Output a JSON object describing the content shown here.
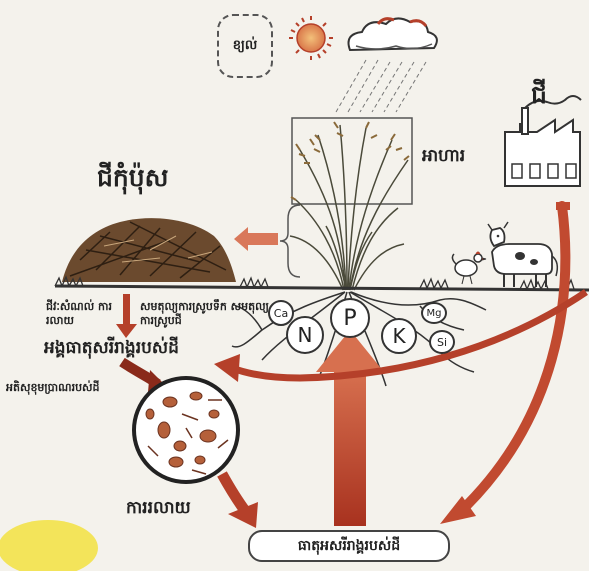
{
  "labels": {
    "wind": "ខ្យល់",
    "food": "អាហារ",
    "fertilizer": "ជី",
    "compost": "ជីកុំប៉ុស",
    "decomposed_fertilizer": "ជីវៈសំណល់ ការរលាយ",
    "equilibrium": "សមតុល្យការស្រូបទឹក សមតុល្យការស្រូបជី",
    "soil_organic": "អង្គធាតុសរីរាង្គរបស់ដី",
    "soil_microbes": "អតិសុខុមប្រាណរបស់ដី",
    "dissolution": "ការរលាយ",
    "inorganic_matter": "ធាតុអសរីរាង្គរបស់ដី"
  },
  "nutrients": [
    "Ca",
    "N",
    "P",
    "K",
    "Mg",
    "Si"
  ],
  "colors": {
    "arrow_red": "#b5402a",
    "arrow_light": "#d9785a",
    "sun": "#c0392b",
    "sun_core": "#e8a25a",
    "highlight": "#f3e24a"
  },
  "icons": [
    "sun-icon",
    "cloud-icon",
    "factory-icon",
    "rice-plant-icon",
    "cow-icon",
    "chicken-icon",
    "compost-pile-icon",
    "microbe-circle-icon"
  ]
}
